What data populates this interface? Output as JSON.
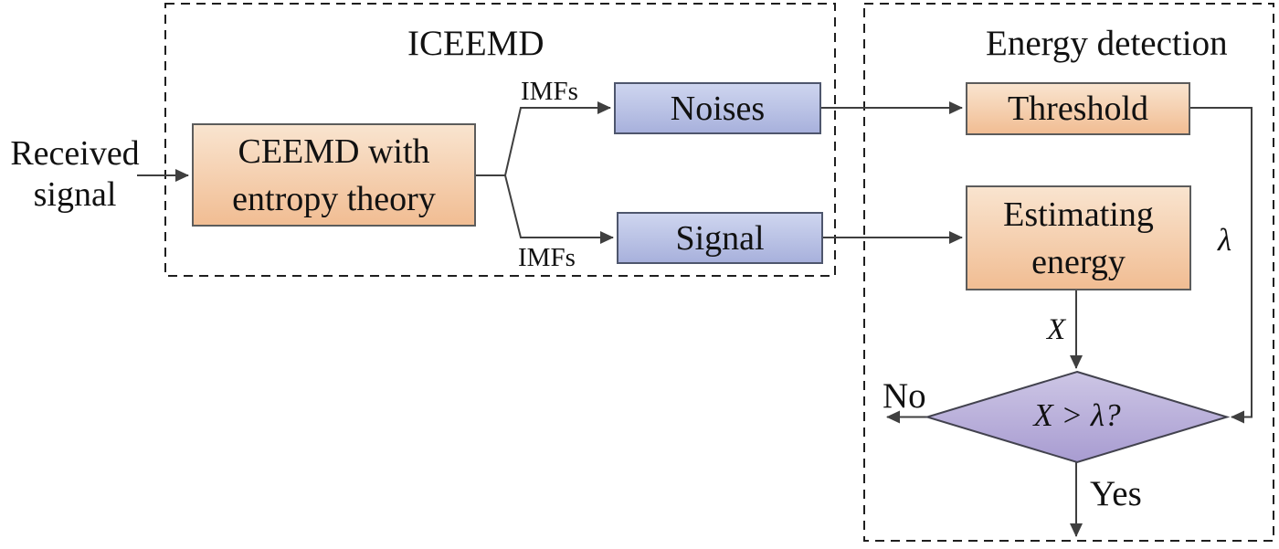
{
  "theme": {
    "bg": "#ffffff",
    "line": "#3f3f3f",
    "text": "#111111",
    "orange-top": "#f9e4cf",
    "orange-bottom": "#f1bd93",
    "orange-border": "#5c5c5c",
    "blue-top": "#ced5ef",
    "blue-bottom": "#a8b1dc",
    "blue-border": "#4e566d",
    "purple-top": "#cdc6e5",
    "purple-bottom": "#a89cd1",
    "purple-border": "#42424e",
    "dash": "#1f1f1f"
  },
  "groups": {
    "iceemd": {
      "title": "ICEEMD"
    },
    "energy": {
      "title": "Energy detection"
    }
  },
  "nodes": {
    "received": {
      "line1": "Received",
      "line2": "signal"
    },
    "ceemd": {
      "line1": "CEEMD with",
      "line2": "entropy theory"
    },
    "noises": {
      "label": "Noises"
    },
    "signal": {
      "label": "Signal"
    },
    "threshold": {
      "label": "Threshold"
    },
    "estimating": {
      "line1": "Estimating",
      "line2": "energy"
    },
    "decision": {
      "label": "X > λ?"
    }
  },
  "edge_labels": {
    "imfs_top": "IMFs",
    "imfs_bottom": "IMFs",
    "x": "X",
    "lambda": "λ",
    "no": "No",
    "yes": "Yes"
  }
}
